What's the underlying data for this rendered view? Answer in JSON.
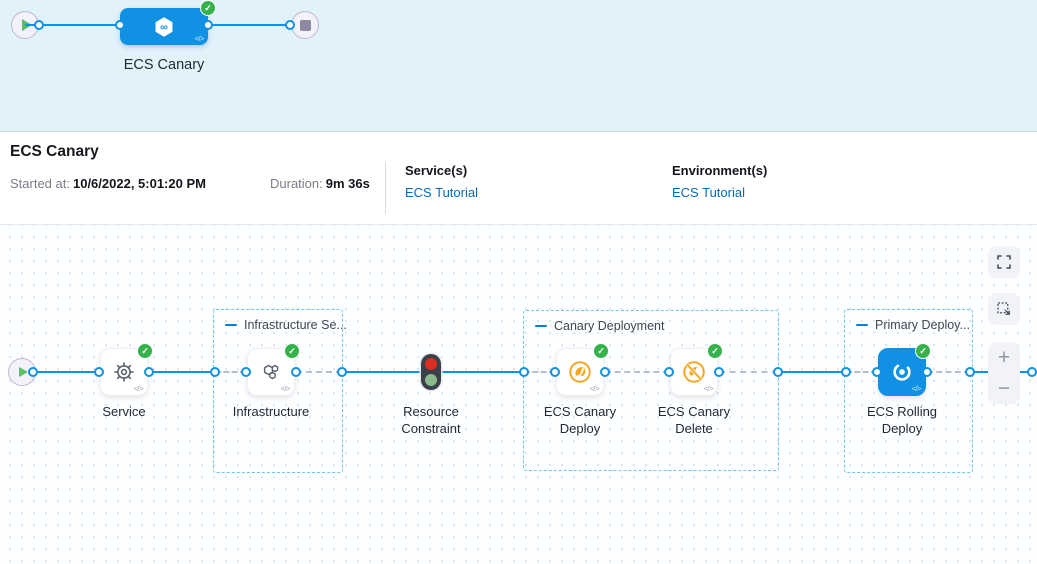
{
  "stage_panel": {
    "stage_label": "ECS Canary",
    "status": "success"
  },
  "info_bar": {
    "title": "ECS Canary",
    "started_label": "Started at:",
    "started_value": "10/6/2022, 5:01:20 PM",
    "duration_label": "Duration:",
    "duration_value": "9m 36s",
    "services_label": "Service(s)",
    "services_value": "ECS Tutorial",
    "environments_label": "Environment(s)",
    "environments_value": "ECS Tutorial"
  },
  "graph": {
    "groups": [
      {
        "label": "Infrastructure Se..."
      },
      {
        "label": "Canary Deployment"
      },
      {
        "label": "Primary Deploy..."
      }
    ],
    "nodes": [
      {
        "label": "Service",
        "icon": "gear-icon",
        "status": "success"
      },
      {
        "label": "Infrastructure",
        "icon": "hexagons-icon",
        "status": "success"
      },
      {
        "label": "Resource Constraint",
        "icon": "traffic-light-icon",
        "status": "none"
      },
      {
        "label": "ECS Canary Deploy",
        "icon": "canary-icon",
        "status": "success"
      },
      {
        "label": "ECS Canary Delete",
        "icon": "canary-delete-icon",
        "status": "success"
      },
      {
        "label": "ECS Rolling Deploy",
        "icon": "ecs-rolling-icon",
        "status": "success"
      }
    ]
  },
  "glyphs": {
    "check": "✓",
    "code": "</>",
    "zoom_in": "+",
    "zoom_out": "−",
    "infinity": "∞"
  },
  "colors": {
    "accent_blue": "#1191e3",
    "link_blue": "#0b68b1",
    "success_green": "#35b34a",
    "amber": "#f5a623",
    "group_border": "#6cc7ec",
    "traffic_red": "#de2e22",
    "traffic_green": "#8aba8e",
    "band_background": "#e2f2fb"
  }
}
